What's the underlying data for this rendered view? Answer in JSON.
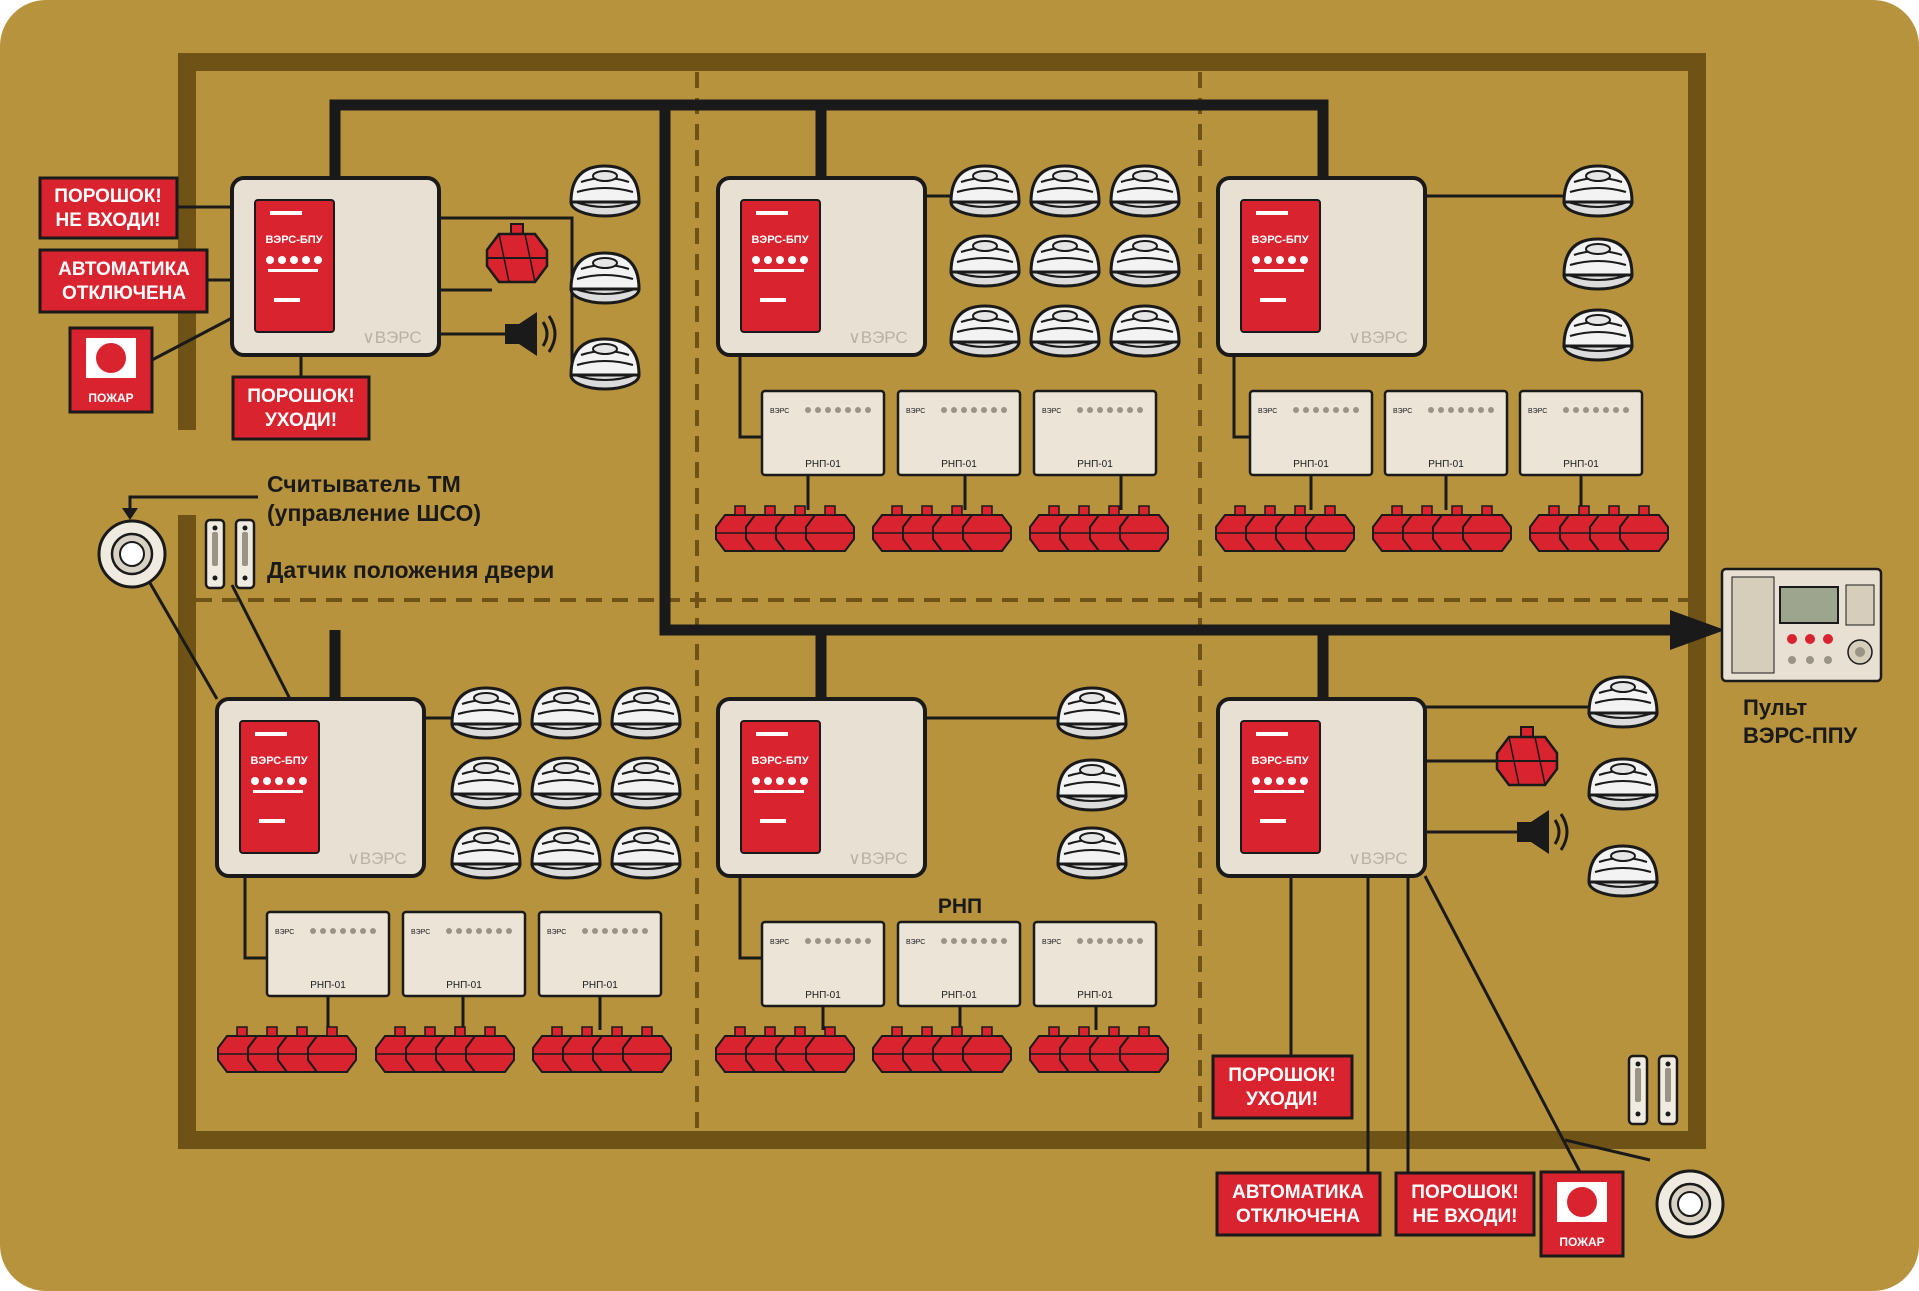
{
  "signs": {
    "powder_dont_enter_1": "ПОРОШОК!",
    "powder_dont_enter_2": "НЕ ВХОДИ!",
    "automatics_off_1": "АВТОМАТИКА",
    "automatics_off_2": "ОТКЛЮЧЕНА",
    "powder_leave_1": "ПОРОШОК!",
    "powder_leave_2": "УХОДИ!",
    "fire_button": "ПОЖАР"
  },
  "labels": {
    "reader_1": "Считыватель ТМ",
    "reader_2": "(управление ШСО)",
    "door_sensor": "Датчик положения двери",
    "console_1": "Пульт",
    "console_2": "ВЭРС-ППУ",
    "rnp_title": "РНП"
  },
  "device": {
    "panel_title": "ВЭРС-БПУ",
    "brand": "ВЭРС",
    "rnp_model": "РНП-01"
  },
  "colors": {
    "background": "#b8933e",
    "wall": "#6e5216",
    "bus": "#1a1a1a",
    "device_body": "#e8e0d2",
    "alarm_red": "#d9232e",
    "sign_bg": "#d9232e"
  }
}
